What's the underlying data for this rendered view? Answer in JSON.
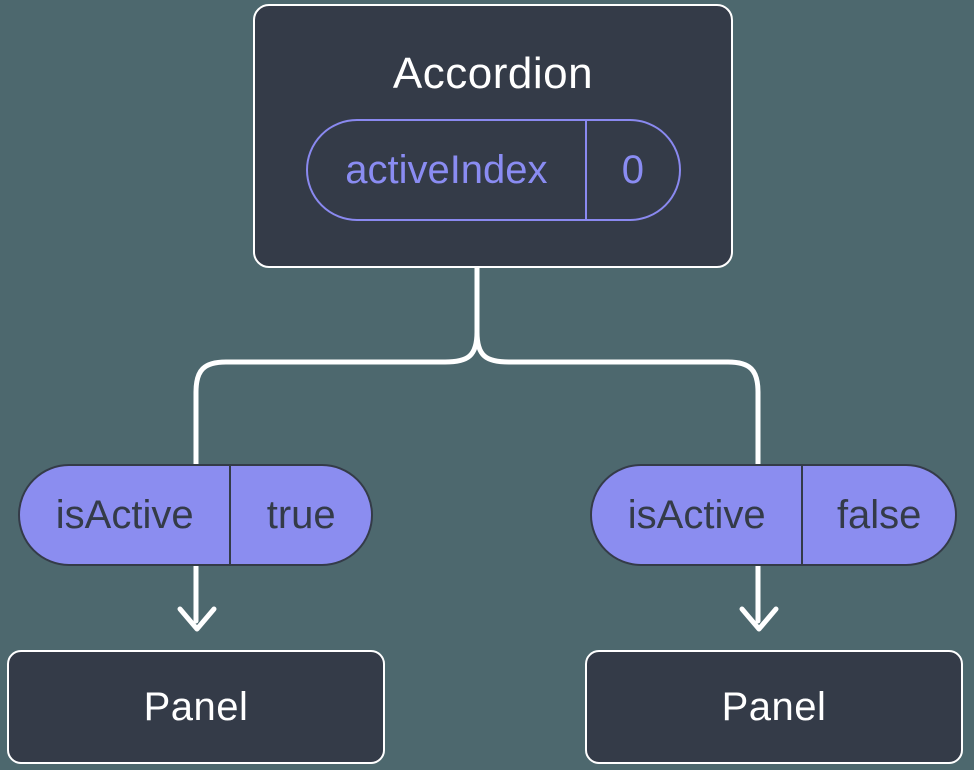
{
  "diagram": {
    "description": "Component tree diagram: parent holds state, passes props to children",
    "colors": {
      "background": "#4d686e",
      "node_background": "#343b48",
      "node_border": "#ffffff",
      "pill_fill": "#8b8df0",
      "pill_dark_text": "#343b48",
      "accent_purple": "#8a8cf2",
      "connector": "#ffffff"
    },
    "root_node": {
      "title": "Accordion",
      "state": {
        "name": "activeIndex",
        "value": "0"
      }
    },
    "branches": [
      {
        "prop": {
          "name": "isActive",
          "value": "true"
        },
        "child": {
          "title": "Panel"
        }
      },
      {
        "prop": {
          "name": "isActive",
          "value": "false"
        },
        "child": {
          "title": "Panel"
        }
      }
    ]
  }
}
